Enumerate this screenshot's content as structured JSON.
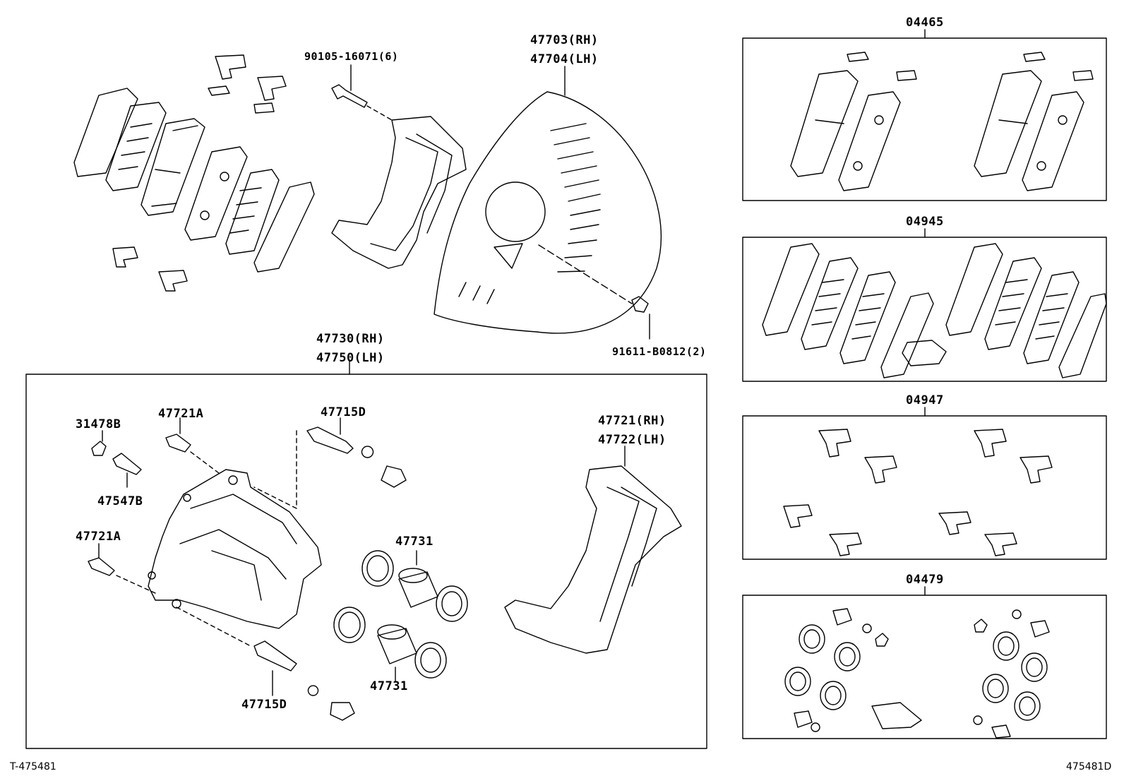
{
  "labels": {
    "bolt_upper": "90105-16071(6)",
    "dust_cover_rh": "47703(RH)",
    "dust_cover_lh": "47704(LH)",
    "bolt_cover": "91611-B0812(2)",
    "caliper_rh": "47730(RH)",
    "caliper_lh": "47750(LH)",
    "bleeder_cap": "31478B",
    "bleeder_plug": "47547B",
    "bolt_a_upper": "47721A",
    "bolt_a_lower": "47721A",
    "pin_upper": "47715D",
    "pin_lower": "47715D",
    "mounting_rh": "47721(RH)",
    "mounting_lh": "47722(LH)",
    "piston_upper": "47731",
    "piston_lower": "47731",
    "kit_pads": "04465",
    "kit_shims": "04945",
    "kit_clips": "04947",
    "kit_cylinder": "04479"
  },
  "footer": {
    "left_code": "T-475481",
    "right_code": "475481D"
  }
}
